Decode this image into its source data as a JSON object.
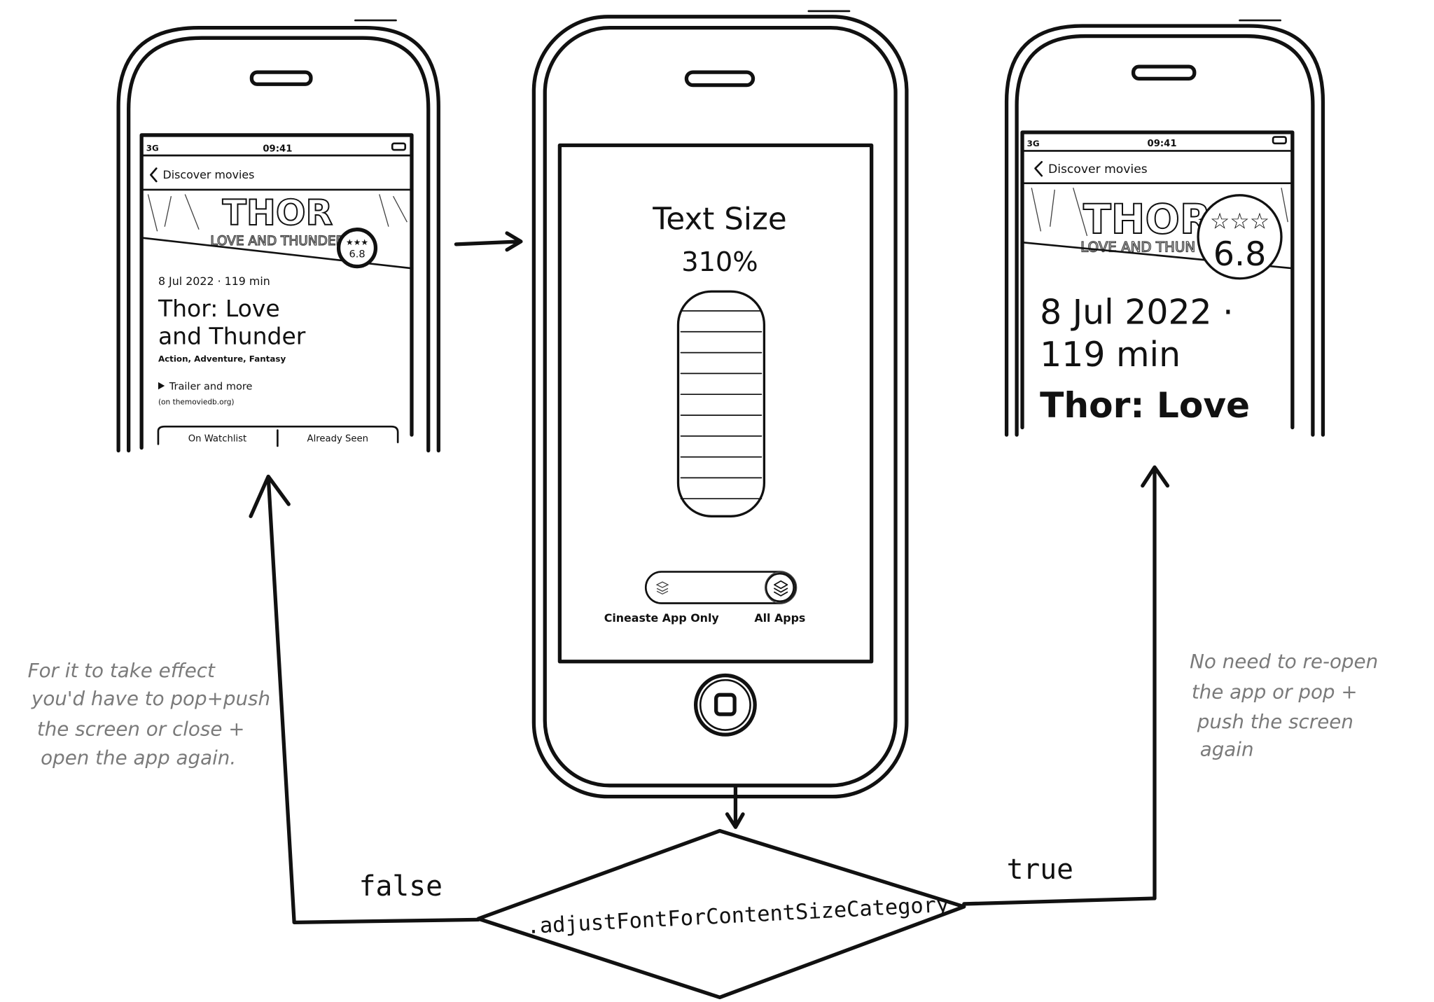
{
  "left_phone": {
    "status": {
      "signal": "3G",
      "time": "09:41"
    },
    "nav_back": "Discover movies",
    "rating": {
      "stars": "★★★",
      "value": "6.8"
    },
    "meta": "8 Jul 2022 · 119 min",
    "title_line1": "Thor: Love",
    "title_line2": "and Thunder",
    "genres": "Action, Adventure, Fantasy",
    "trailer": "Trailer and more",
    "trailer_source": "(on themoviedb.org)",
    "buttons": [
      "On Watchlist",
      "Already Seen"
    ]
  },
  "middle_phone": {
    "heading": "Text Size",
    "percent": "310%",
    "slider_level_steps": 10,
    "toggle_labels": [
      "Cineaste App Only",
      "All Apps"
    ],
    "toggle_selected": "All Apps"
  },
  "right_phone": {
    "status": {
      "signal": "3G",
      "time": "09:41"
    },
    "nav_back": "Discover movies",
    "rating": {
      "stars": "☆☆☆",
      "value": "6.8"
    },
    "meta_line1": "8 Jul 2022 ·",
    "meta_line2": "119 min",
    "title": "Thor: Love"
  },
  "decision": {
    "label": ".adjustFontForContentSizeCategory",
    "false_label": "false",
    "true_label": "true"
  },
  "notes": {
    "left": [
      "For it to take effect",
      "you'd have to pop+push",
      "the screen or close +",
      "open the app again."
    ],
    "right": [
      "No need to re-open",
      "the app or pop +",
      "push the screen",
      "again"
    ]
  }
}
